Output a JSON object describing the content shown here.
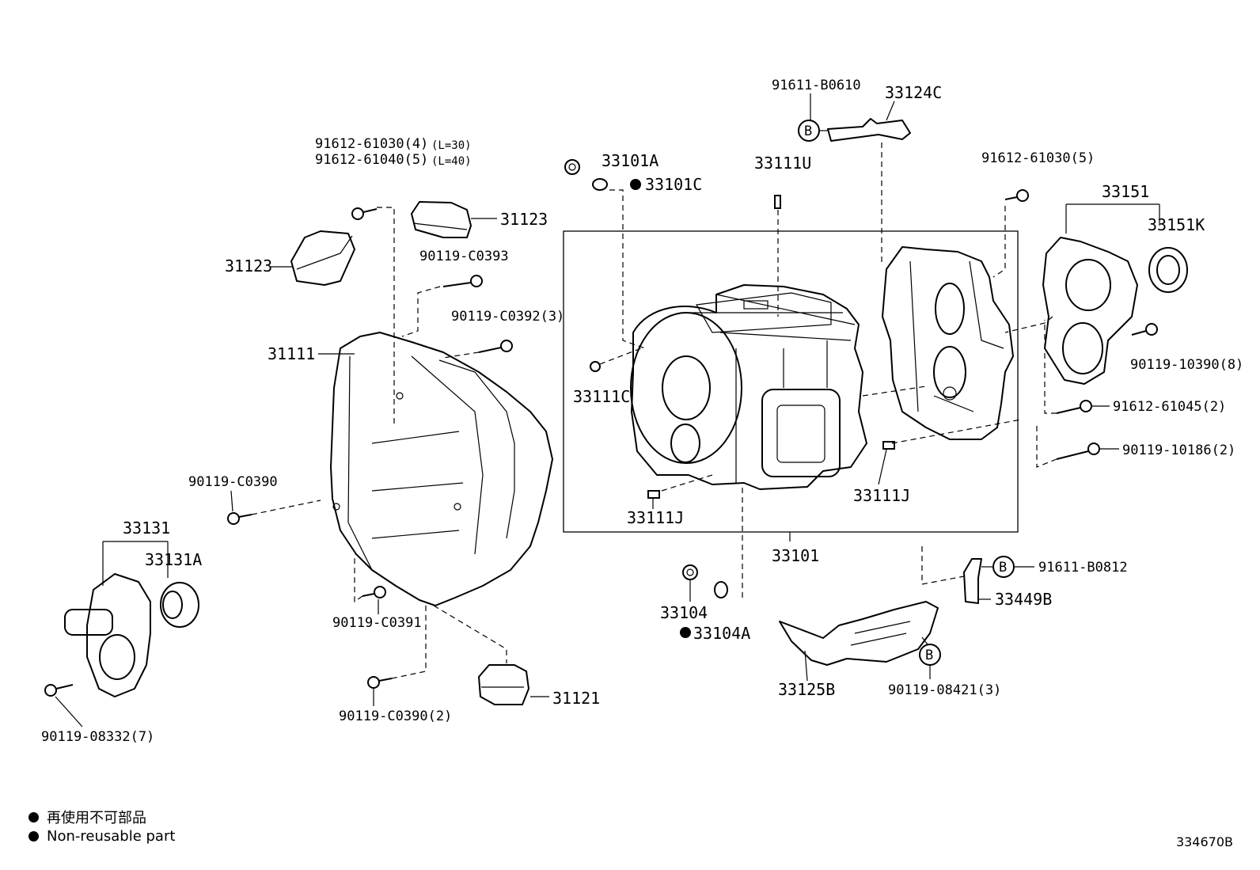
{
  "labels": {
    "p91611_B0610": "91611-B0610",
    "p33124C": "33124C",
    "p91612_61030_4": "91612-61030(4)",
    "l30": "(L=30)",
    "p91612_61040_5": "91612-61040(5)",
    "l40": "(L=40)",
    "p33101A": "33101A",
    "p33101C": "33101C",
    "p33111U": "33111U",
    "p91612_61030_5": "91612-61030(5)",
    "p33151": "33151",
    "p33151K": "33151K",
    "p31123_left": "31123",
    "p31123_right": "31123",
    "p90119_C0393": "90119-C0393",
    "p90119_C0392_3": "90119-C0392(3)",
    "p31111": "31111",
    "p33111C": "33111C",
    "p90119_10390_8": "90119-10390(8)",
    "p91612_61045_2": "91612-61045(2)",
    "p90119_10186_2": "90119-10186(2)",
    "p90119_C0390": "90119-C0390",
    "p33111J_left": "33111J",
    "p33111J_right": "33111J",
    "p33131": "33131",
    "p33131A": "33131A",
    "p33101": "33101",
    "p91611_B0812": "91611-B0812",
    "p33449B": "33449B",
    "p33104": "33104",
    "p33104A": "33104A",
    "p90119_C0391": "90119-C0391",
    "p33125B": "33125B",
    "p90119_08421_3": "90119-08421(3)",
    "p31121": "31121",
    "p90119_C0390_2": "90119-C0390(2)",
    "p90119_08332_7": "90119-08332(7)",
    "ref_B": "B"
  },
  "legend": {
    "jp": "再使用不可部品",
    "en": "Non-reusable part"
  },
  "figure_id": "334670B"
}
